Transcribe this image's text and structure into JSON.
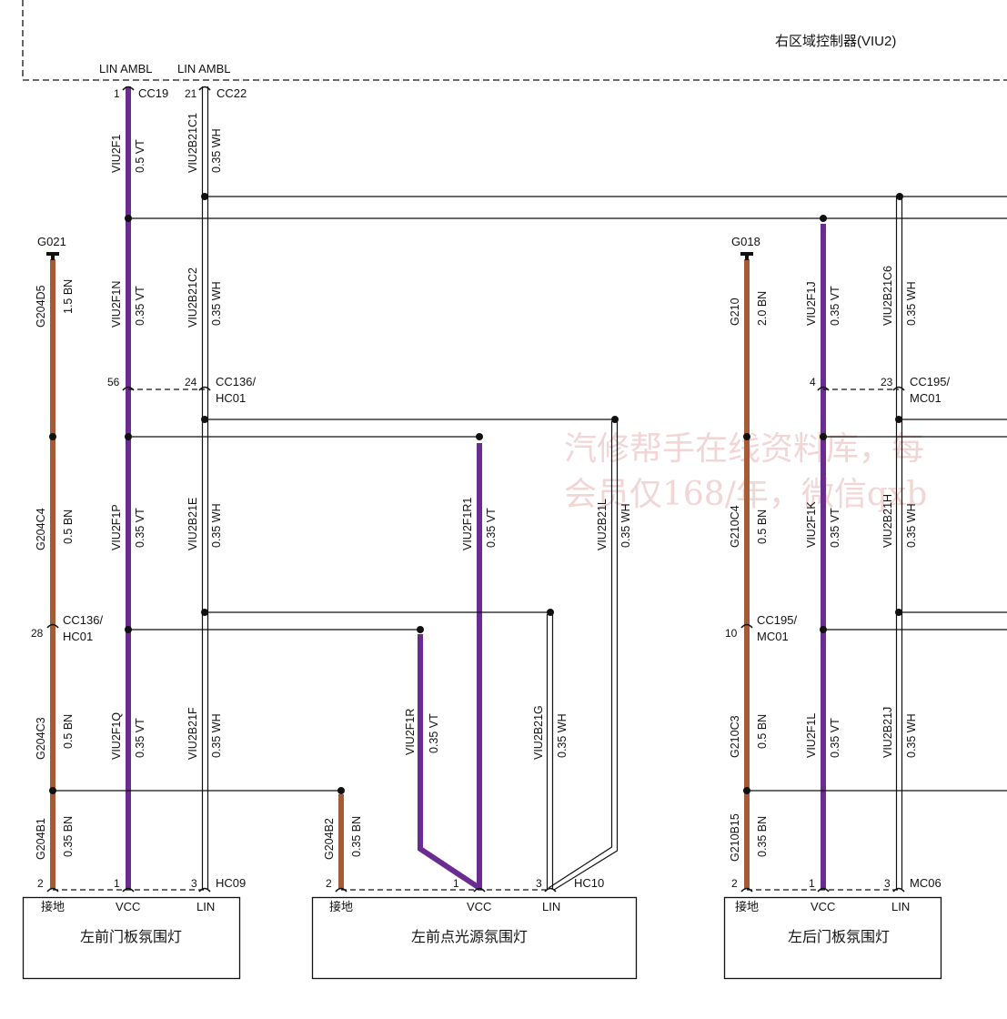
{
  "module": {
    "name": "右区域控制器(VIU2)",
    "pin_labels": [
      "LIN AMBL",
      "LIN AMBL"
    ]
  },
  "watermark": {
    "line1": "汽修帮手在线资料库，每",
    "line2": "会员仅168/年，微信qxb"
  },
  "colors": {
    "brown": "#a65a35",
    "violet": "#6a2c91",
    "white_wire": "#ffffff",
    "ink": "#111111"
  },
  "connectors": {
    "cc19": {
      "pin": "1",
      "name": "CC19"
    },
    "cc22": {
      "pin": "21",
      "name": "CC22"
    },
    "cc136_a": {
      "pin_vt": "56",
      "pin_wh": "24",
      "name_1": "CC136/",
      "name_2": "HC01"
    },
    "cc136_b": {
      "pin": "28",
      "name_1": "CC136/",
      "name_2": "HC01"
    },
    "cc195_a": {
      "pin_vt": "4",
      "pin_wh": "23",
      "name_1": "CC195/",
      "name_2": "MC01"
    },
    "cc195_b": {
      "pin": "10",
      "name_1": "CC195/",
      "name_2": "MC01"
    },
    "hc09": {
      "name": "HC09",
      "pins": [
        "2",
        "1",
        "3"
      ]
    },
    "hc10": {
      "name": "HC10",
      "pins": [
        "2",
        "1",
        "3"
      ]
    },
    "mc06": {
      "name": "MC06",
      "pins": [
        "2",
        "1",
        "3"
      ]
    }
  },
  "grounds": {
    "g021": "G021",
    "g018": "G018"
  },
  "wires": {
    "viu2f1": {
      "id": "VIU2F1",
      "spec": "0.5 VT"
    },
    "viu2b21c1": {
      "id": "VIU2B21C1",
      "spec": "0.35 WH"
    },
    "g204d5": {
      "id": "G204D5",
      "spec": "1.5 BN"
    },
    "viu2f1n": {
      "id": "VIU2F1N",
      "spec": "0.35 VT"
    },
    "viu2b21c2": {
      "id": "VIU2B21C2",
      "spec": "0.35 WH"
    },
    "g210": {
      "id": "G210",
      "spec": "2.0 BN"
    },
    "viu2f1j": {
      "id": "VIU2F1J",
      "spec": "0.35 VT"
    },
    "viu2b21c6": {
      "id": "VIU2B21C6",
      "spec": "0.35 WH"
    },
    "g204c4": {
      "id": "G204C4",
      "spec": "0.5 BN"
    },
    "viu2f1p": {
      "id": "VIU2F1P",
      "spec": "0.35 VT"
    },
    "viu2b21e": {
      "id": "VIU2B21E",
      "spec": "0.35 WH"
    },
    "viu2f1r1": {
      "id": "VIU2F1R1",
      "spec": "0.35 VT"
    },
    "viu2b21l": {
      "id": "VIU2B21L",
      "spec": "0.35 WH"
    },
    "g210c4": {
      "id": "G210C4",
      "spec": "0.5 BN"
    },
    "viu2f1k": {
      "id": "VIU2F1K",
      "spec": "0.35 VT"
    },
    "viu2b21h": {
      "id": "VIU2B21H",
      "spec": "0.35 WH"
    },
    "g204c3": {
      "id": "G204C3",
      "spec": "0.5 BN"
    },
    "viu2f1q": {
      "id": "VIU2F1Q",
      "spec": "0.35 VT"
    },
    "viu2b21f": {
      "id": "VIU2B21F",
      "spec": "0.35 WH"
    },
    "viu2f1r": {
      "id": "VIU2F1R",
      "spec": "0.35 VT"
    },
    "viu2b21g": {
      "id": "VIU2B21G",
      "spec": "0.35 WH"
    },
    "g210c3": {
      "id": "G210C3",
      "spec": "0.5 BN"
    },
    "viu2f1l": {
      "id": "VIU2F1L",
      "spec": "0.35 VT"
    },
    "viu2b21j": {
      "id": "VIU2B21J",
      "spec": "0.35 WH"
    },
    "g204b1": {
      "id": "G204B1",
      "spec": "0.35 BN"
    },
    "g204b2": {
      "id": "G204B2",
      "spec": "0.35 BN"
    },
    "g210b15": {
      "id": "G210B15",
      "spec": "0.35 BN"
    }
  },
  "components": [
    {
      "title": "左前门板氛围灯",
      "terminals": [
        "接地",
        "VCC",
        "LIN"
      ]
    },
    {
      "title": "左前点光源氛围灯",
      "terminals": [
        "接地",
        "VCC",
        "LIN"
      ]
    },
    {
      "title": "左后门板氛围灯",
      "terminals": [
        "接地",
        "VCC",
        "LIN"
      ]
    }
  ]
}
